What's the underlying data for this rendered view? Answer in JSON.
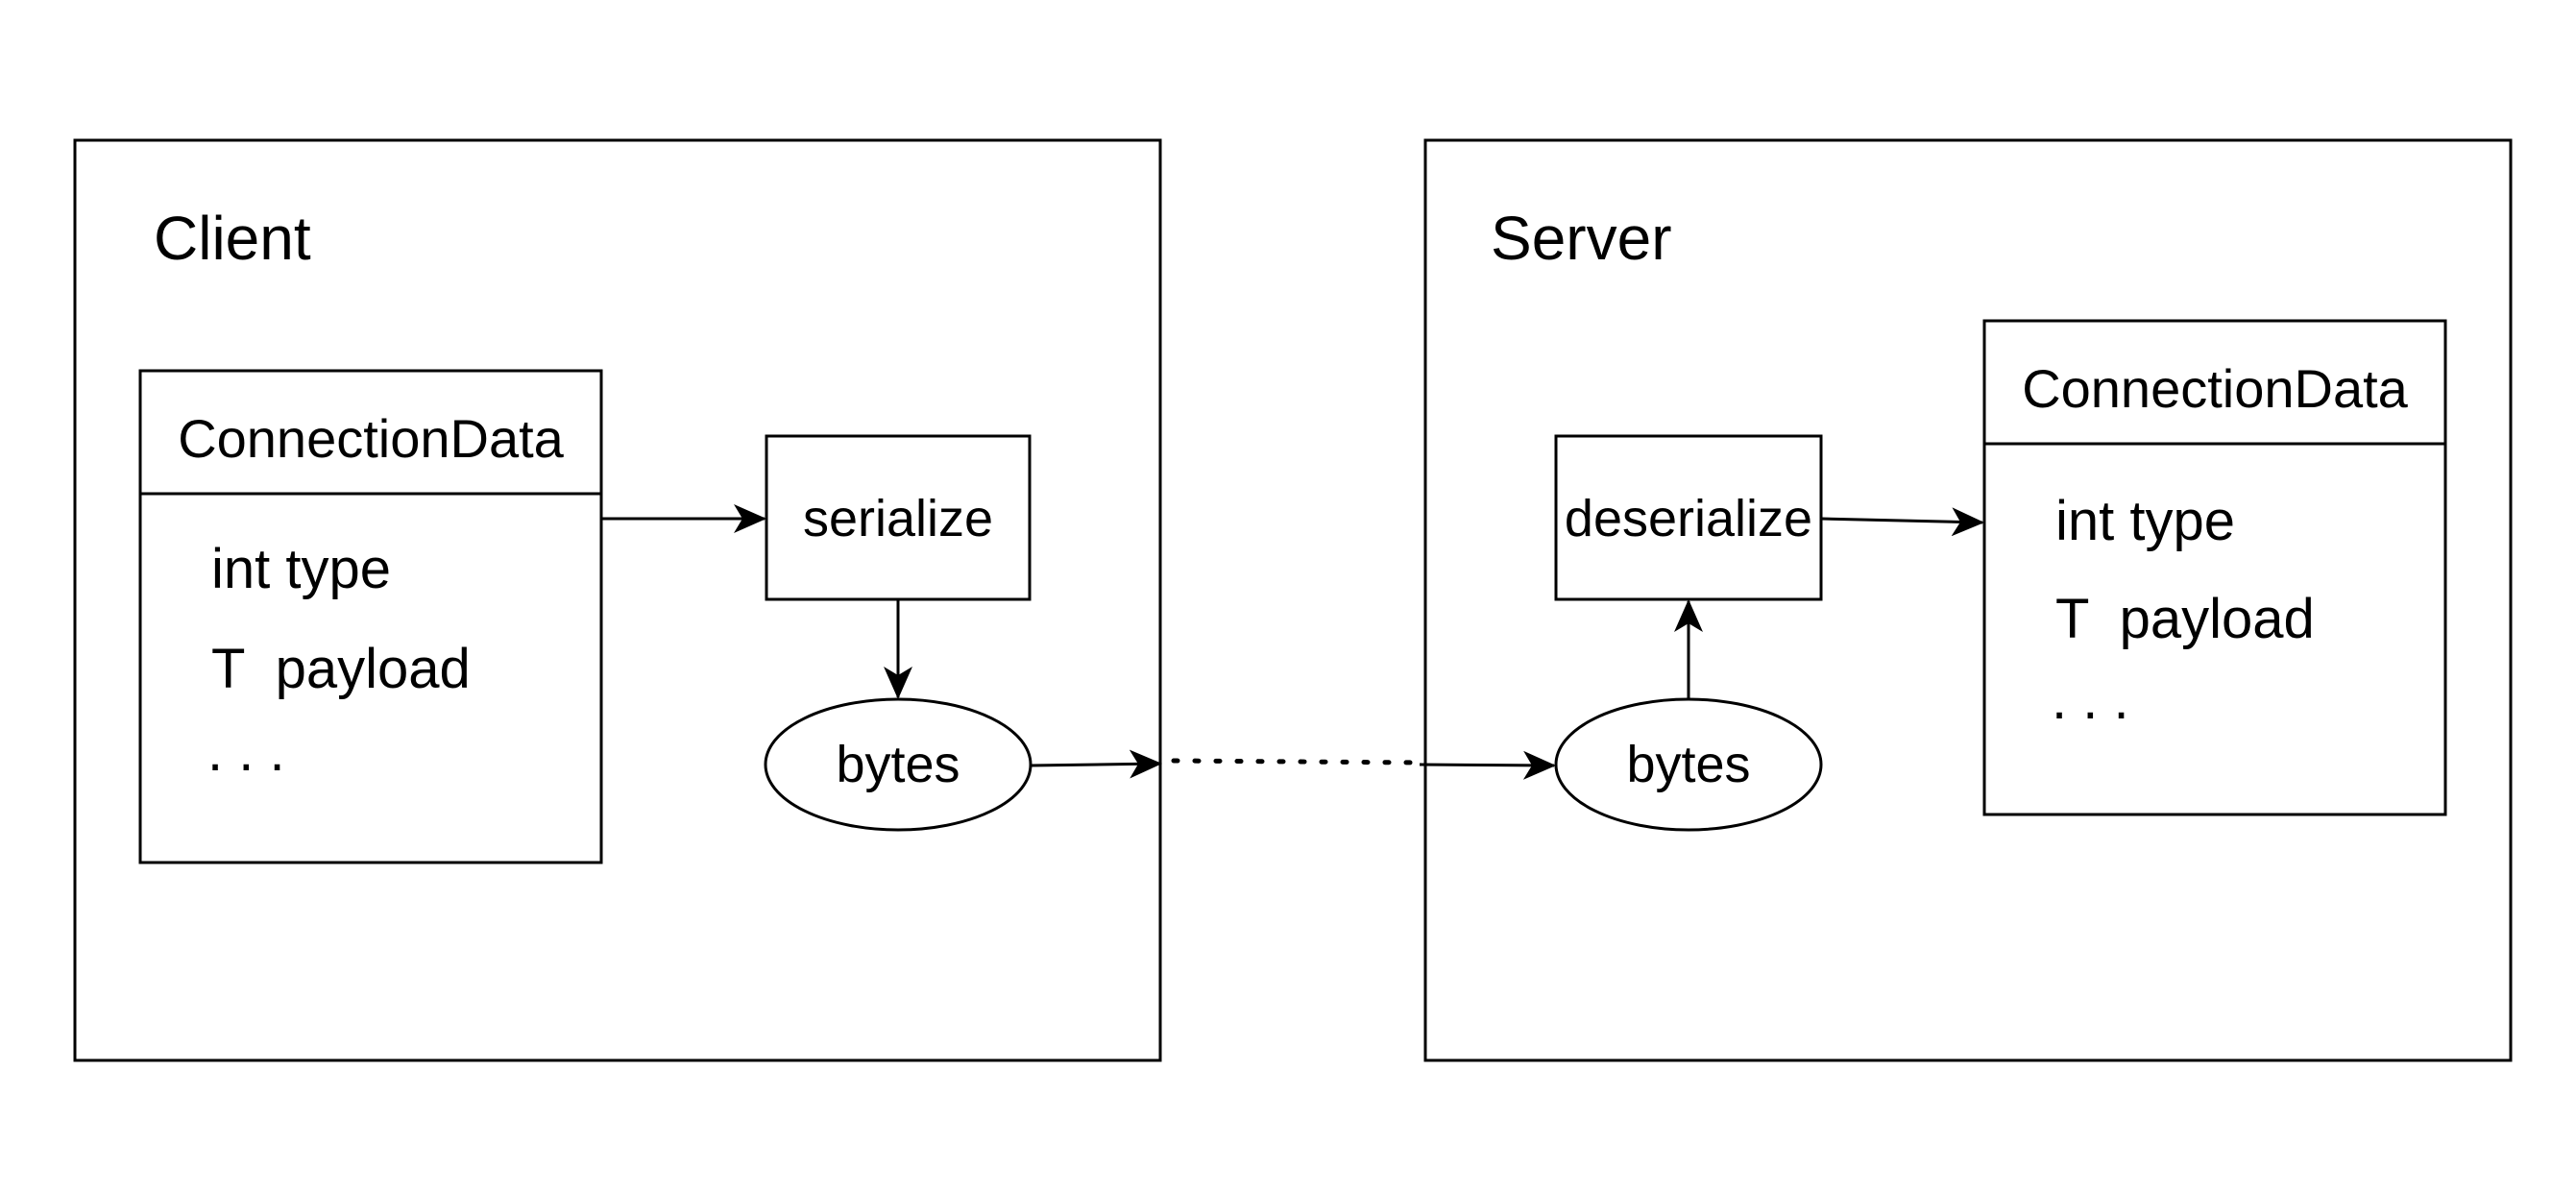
{
  "client": {
    "title": "Client",
    "data_class": {
      "name": "ConnectionData",
      "fields": [
        "int type",
        "T  payload",
        ". . ."
      ]
    },
    "operation": "serialize",
    "output": "bytes"
  },
  "server": {
    "title": "Server",
    "data_class": {
      "name": "ConnectionData",
      "fields": [
        "int type",
        "T  payload",
        ". . ."
      ]
    },
    "operation": "deserialize",
    "input": "bytes"
  }
}
